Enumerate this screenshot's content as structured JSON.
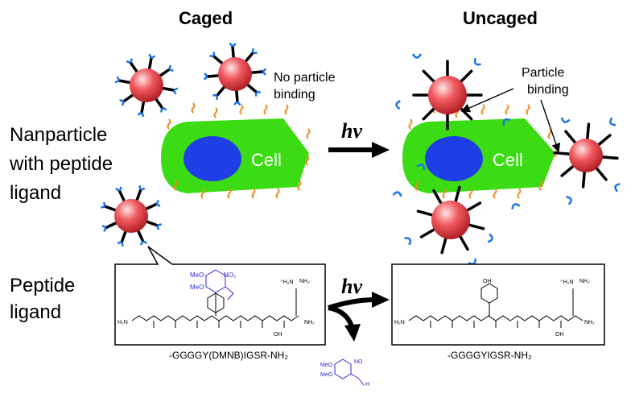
{
  "headers": {
    "caged": "Caged",
    "uncaged": "Uncaged"
  },
  "left_labels": {
    "nanoparticle": [
      "Nanparticle",
      "with peptide",
      "ligand"
    ],
    "peptide": [
      "Peptide",
      "ligand"
    ]
  },
  "notes": {
    "no_binding": [
      "No particle",
      "binding"
    ],
    "particle_binding": [
      "Particle",
      "binding"
    ]
  },
  "cell_label": "Cell",
  "light_label": "hv",
  "captions": {
    "caged_peptide": "-GGGGY(DMNB)IGSR-NH₂",
    "uncaged_peptide": "-GGGGYIGSR-NH₂"
  },
  "chem_labels": {
    "meo": "MeO",
    "no2": "NO₂",
    "no": "NO",
    "h2n": "H₂N",
    "nh2": "NH₂",
    "oh": "OH",
    "plus_h2n": "⁺H₂N",
    "o": "O",
    "h": "H",
    "n": "N"
  },
  "colors": {
    "cell": "#3cdc14",
    "nucleus": "#1f3fe6",
    "nanoparticle": "#e8343c",
    "ligand_cap": "#1a73e8",
    "receptor": "#f08c1e",
    "dmnb": "#2a2ad0"
  }
}
